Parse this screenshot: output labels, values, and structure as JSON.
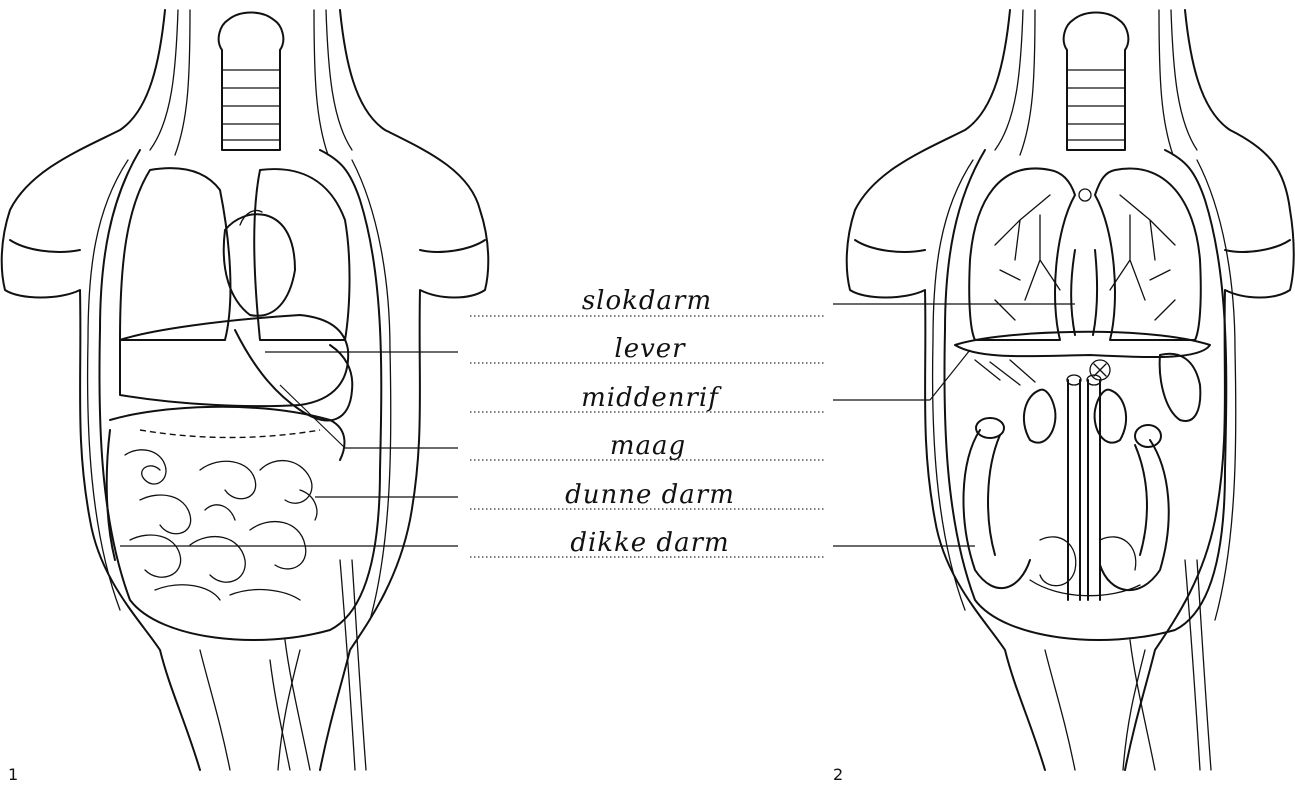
{
  "figures": [
    {
      "number": "1"
    },
    {
      "number": "2"
    }
  ],
  "labels": [
    {
      "key": "slokdarm",
      "text": "slokdarm"
    },
    {
      "key": "lever",
      "text": "lever"
    },
    {
      "key": "middenrif",
      "text": "middenrif"
    },
    {
      "key": "maag",
      "text": "maag"
    },
    {
      "key": "dunne_darm",
      "text": "dunne darm"
    },
    {
      "key": "dikke_darm",
      "text": "dikke darm"
    }
  ]
}
